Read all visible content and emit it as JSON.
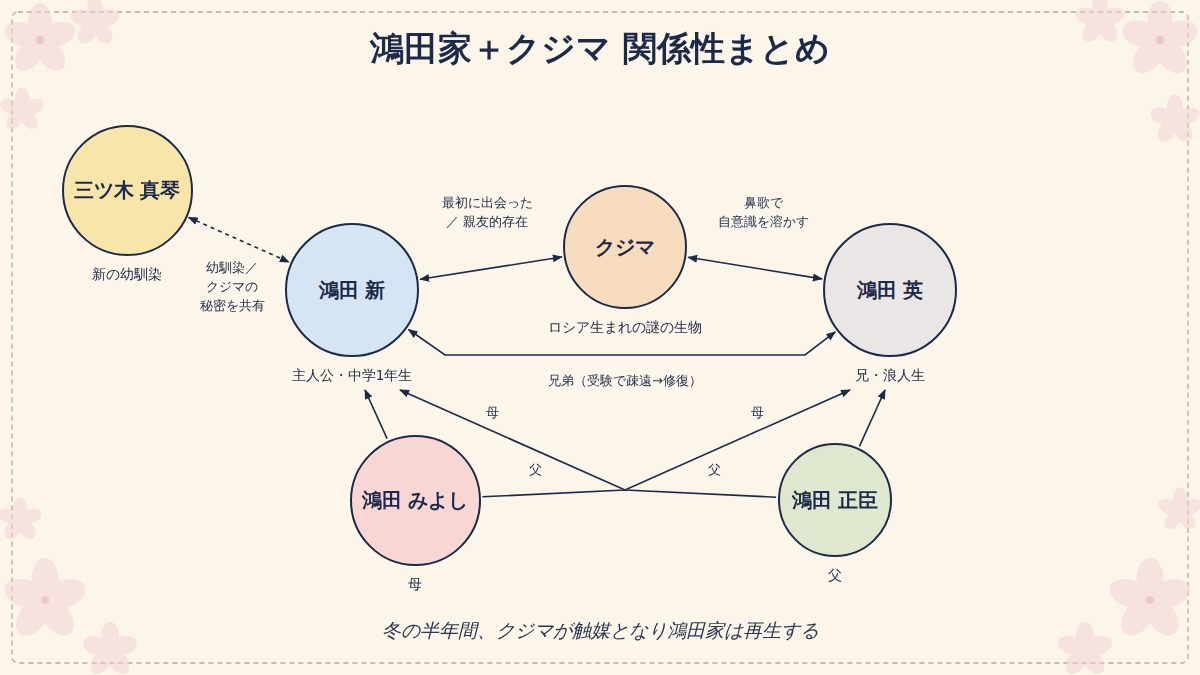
{
  "diagram": {
    "title": "鴻田家＋クジマ 関係性まとめ",
    "caption": "冬の半年間、クジマが触媒となり鴻田家は再生する",
    "nodes": [
      {
        "text": [
          "三ツ木 真琴",
          "新の幼馴染"
        ]
      },
      {
        "text": [
          "鴻田 新",
          "主人公・中学1年生"
        ]
      },
      {
        "text": [
          "クジマ",
          "ロシア生まれの謎の生物"
        ]
      },
      {
        "text": [
          "鴻田 英",
          "兄・浪人生"
        ]
      },
      {
        "text": [
          "鴻田 みよし",
          "母"
        ]
      },
      {
        "text": [
          "鴻田 正臣",
          "父"
        ]
      }
    ],
    "edges": [
      {
        "from": 0,
        "to": 1,
        "label": "幼馴染／クジマの 秘密を共有",
        "arrow": "both"
      },
      {
        "from": 1,
        "to": 2,
        "label": "最初に出会った／ 親友的存在",
        "arrow": "both"
      },
      {
        "from": 2,
        "to": 3,
        "label": "鼻歌で 自意識を溶かす",
        "arrow": "both"
      },
      {
        "from": 1,
        "to": 3,
        "label": "兄弟（受験で疎遠→修復）",
        "arrow": "both"
      },
      {
        "from": 4,
        "to": 1,
        "label": "母",
        "arrow": "to"
      },
      {
        "from": 5,
        "to": 1,
        "label": "父",
        "arrow": "to"
      },
      {
        "from": 4,
        "to": 3,
        "label": "母",
        "arrow": "to"
      },
      {
        "from": 5,
        "to": 3,
        "label": "父",
        "arrow": "to"
      }
    ]
  }
}
